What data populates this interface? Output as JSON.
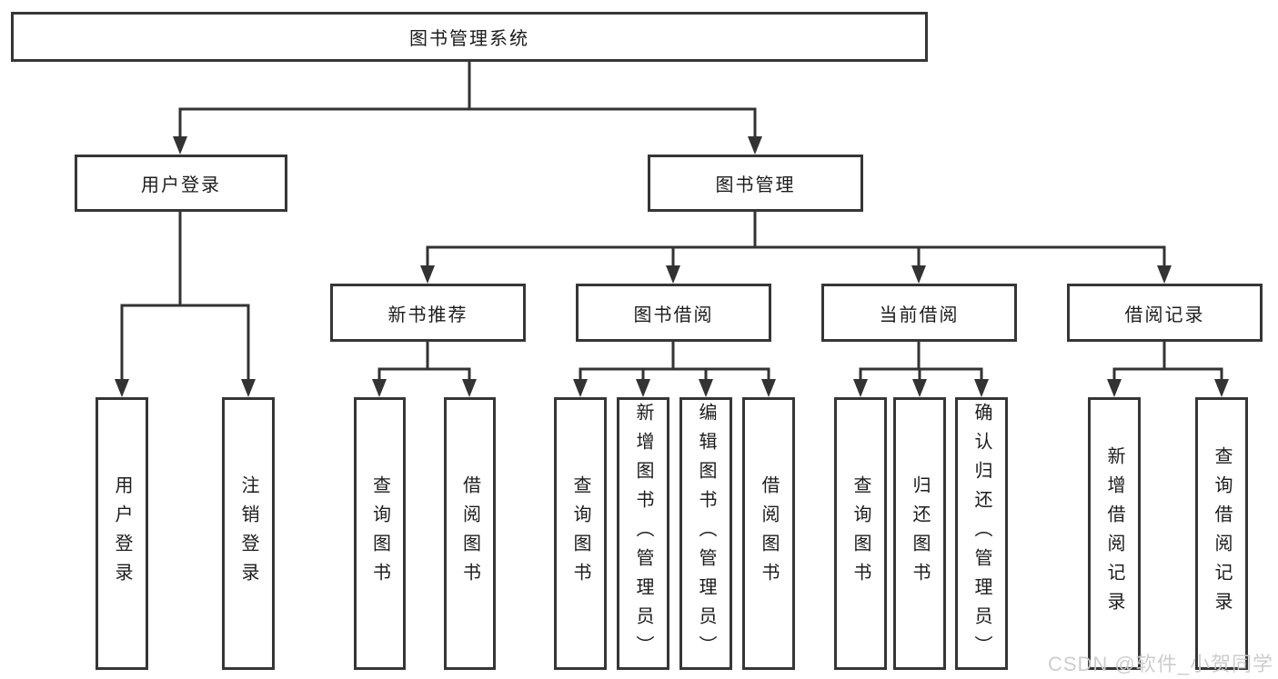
{
  "tree": {
    "root": {
      "label": "图书管理系统"
    },
    "login": {
      "label": "用户登录",
      "children": [
        {
          "label": "用户登录"
        },
        {
          "label": "注销登录"
        }
      ]
    },
    "management": {
      "label": "图书管理",
      "sections": [
        {
          "label": "新书推荐",
          "children": [
            {
              "label": "查询图书"
            },
            {
              "label": "借阅图书"
            }
          ]
        },
        {
          "label": "图书借阅",
          "children": [
            {
              "label": "查询图书"
            },
            {
              "label": "新增图书（管理员）"
            },
            {
              "label": "编辑图书（管理员）"
            },
            {
              "label": "借阅图书"
            }
          ]
        },
        {
          "label": "当前借阅",
          "children": [
            {
              "label": "查询图书"
            },
            {
              "label": "归还图书"
            },
            {
              "label": "确认归还（管理员）"
            }
          ]
        },
        {
          "label": "借阅记录",
          "children": [
            {
              "label": "新增借阅记录"
            },
            {
              "label": "查询借阅记录"
            }
          ]
        }
      ]
    }
  },
  "watermark": {
    "text": "CSDN @软件_小贺同学"
  },
  "colors": {
    "line": "#333333",
    "box_border": "#363636",
    "text": "#1c1c1c",
    "background": "#ffffff",
    "watermark": "#cbcbcb"
  }
}
